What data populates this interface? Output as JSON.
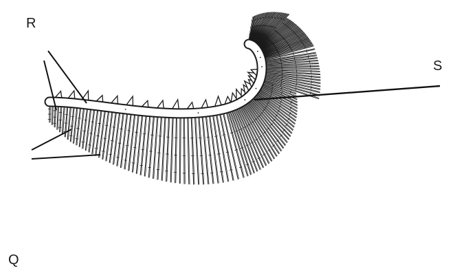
{
  "figure": {
    "subject": "gill-structure-drawing",
    "labels": {
      "r": "R",
      "s": "S",
      "q": "Q"
    }
  },
  "colors": {
    "background": "#ffffff",
    "ink": "#1a1a1a",
    "axis_fill": "#ffffff"
  }
}
